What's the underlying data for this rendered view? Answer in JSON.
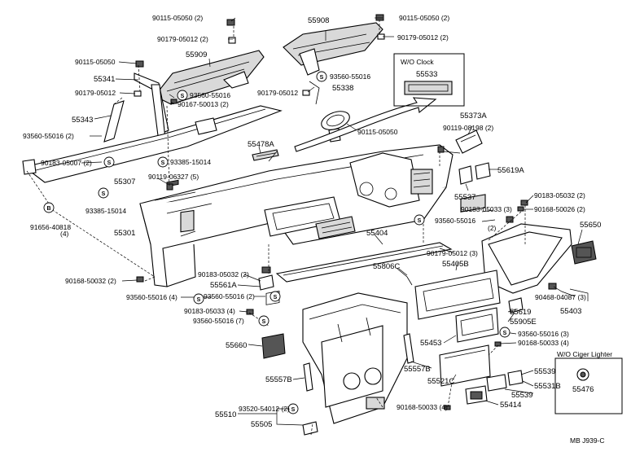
{
  "labels": {
    "l01": "90115-05050 (2)",
    "l02": "90179-05012 (2)",
    "l03": "55909",
    "l04": "90115-05050",
    "l05": "55341",
    "l06": "90179-05012",
    "l07": "55343",
    "l08": "93560-55016 (2)",
    "l09": "90183-05007 (2)",
    "l10": "93560-55016",
    "l11": "90167-50013 (2)",
    "l12": "93385-15014",
    "l13": "55307",
    "l14": "90119-06327 (5)",
    "l15": "93385-15014",
    "l16": "91656-40818",
    "l17": "(4)",
    "l18": "55301",
    "l19": "90168-50032 (2)",
    "l20": "93560-55016 (4)",
    "l21": "90183-05032 (2)",
    "l22": "55561A",
    "l23": "93560-55016 (2)",
    "l24": "90183-05033 (4)",
    "l25": "93560-55016 (7)",
    "l26": "55660",
    "l27": "55557B",
    "l28": "55510",
    "l29": "93520-54012 (2)",
    "l30": "55505",
    "l31": "55908",
    "l32": "90115-05050 (2)",
    "l33": "90179-05012 (2)",
    "l34": "93560-55016",
    "l35": "90179-05012",
    "l36": "55338",
    "l37": "90115-05050",
    "l38": "55478A",
    "l39": "W/O Clock",
    "l40": "55533",
    "l41": "55373A",
    "l42": "90119-08198 (2)",
    "l43": "55619A",
    "l44": "55537",
    "l45": "90183-05032 (2)",
    "l46": "90183-05033 (3)",
    "l47": "90168-50026 (2)",
    "l48": "93560-55016",
    "l49": "(2)",
    "l50": "55650",
    "l51": "55404",
    "l52": "90179-05012 (3)",
    "l53": "55405B",
    "l54": "55806C",
    "l55": "90468-04087 (3)",
    "l56": "55619",
    "l57": "55403",
    "l58": "55905E",
    "l59": "93560-55016 (3)",
    "l60": "90168-50033 (4)",
    "l61": "W/O Ciger Lighter",
    "l62": "55453",
    "l63": "55557B",
    "l64": "55539",
    "l65": "55521C",
    "l66": "55531B",
    "l67": "55539",
    "l68": "55476",
    "l69": "90168-50033 (4)",
    "l70": "55414",
    "l71": "MB  J939-C"
  },
  "symbols": {
    "s_mark": "S",
    "b_mark": "B"
  }
}
